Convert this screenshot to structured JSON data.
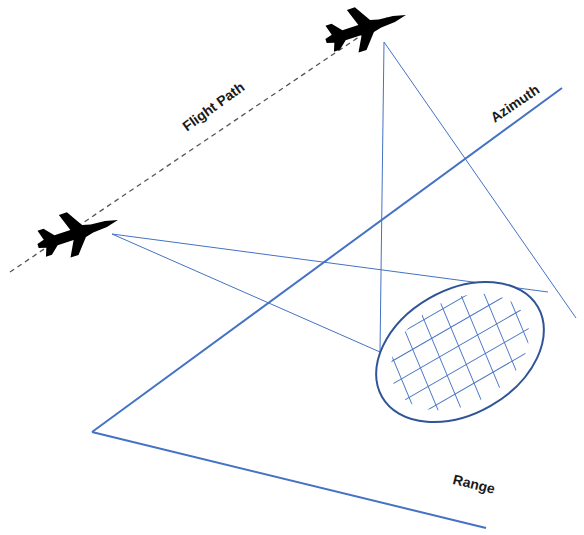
{
  "diagram": {
    "labels": [
      "Flight Path",
      "Azimuth",
      "Range"
    ]
  }
}
